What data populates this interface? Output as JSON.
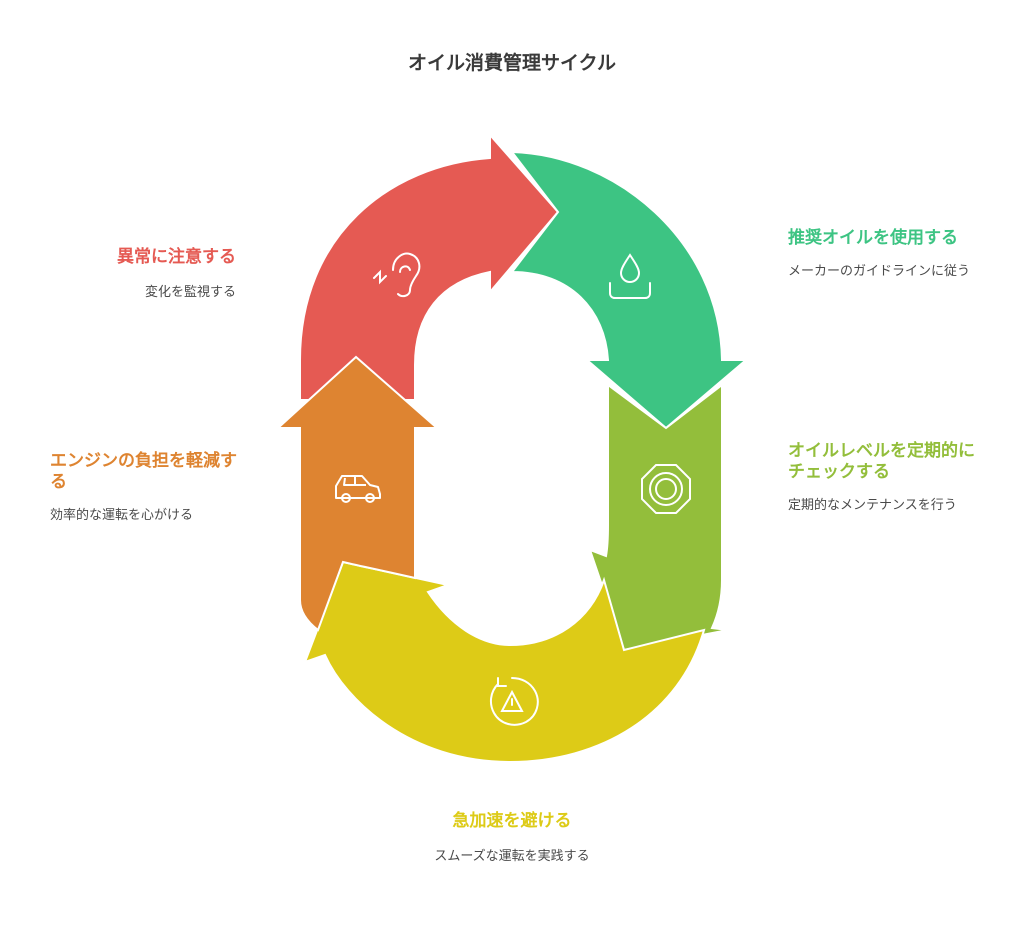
{
  "title": "オイル消費管理サイクル",
  "steps": [
    {
      "heading": "推奨オイルを使用する",
      "desc": "メーカーのガイドラインに従う",
      "color": "#3DC483",
      "icon": "water-drop-icon"
    },
    {
      "heading": "オイルレベルを定期的にチェックする",
      "desc": "定期的なメンテナンスを行う",
      "color": "#93BE3B",
      "icon": "gauge-ring-icon"
    },
    {
      "heading": "急加速を避ける",
      "desc": "スムーズな運転を実践する",
      "color": "#DDCB17",
      "icon": "warning-rotate-icon"
    },
    {
      "heading": "エンジンの負担を軽減する",
      "desc": "効率的な運転を心がける",
      "color": "#DE8431",
      "icon": "car-icon"
    },
    {
      "heading": "異常に注意する",
      "desc": "変化を監視する",
      "color": "#E55A53",
      "icon": "ear-icon"
    }
  ]
}
